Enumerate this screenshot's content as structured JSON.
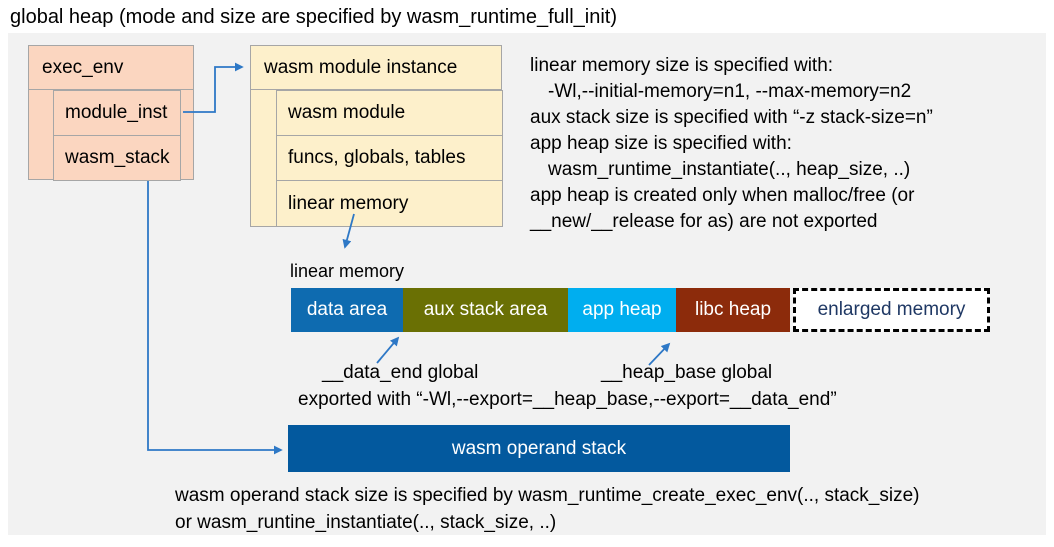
{
  "title": "global heap (mode and size are specified by wasm_runtime_full_init)",
  "exec_env_box": {
    "header": "exec_env",
    "children": [
      "module_inst",
      "wasm_stack"
    ]
  },
  "module_instance_box": {
    "header": "wasm module instance",
    "children": [
      "wasm module",
      "funcs, globals, tables",
      "linear memory"
    ]
  },
  "notes_right": {
    "lines": [
      "linear memory size is specified with:",
      "-Wl,--initial-memory=n1, --max-memory=n2",
      "aux stack size is specified with “-z stack-size=n”",
      "app heap size is specified with:",
      "wasm_runtime_instantiate(.., heap_size, ..)",
      "app heap is created only when malloc/free (or",
      "__new/__release for as) are not exported"
    ]
  },
  "linear_memory": {
    "label": "linear memory",
    "segments": [
      {
        "label": "data area",
        "color": "#0e6bb0",
        "text_color": "#ffffff"
      },
      {
        "label": "aux stack area",
        "color": "#6a7004",
        "text_color": "#ffffff"
      },
      {
        "label": "app heap",
        "color": "#00aeef",
        "text_color": "#ffffff"
      },
      {
        "label": "libc heap",
        "color": "#8c2b0b",
        "text_color": "#ffffff"
      },
      {
        "label": "enlarged memory",
        "color": "#ffffff",
        "text_color": "#1f3864"
      }
    ]
  },
  "annotations": {
    "data_end_label": "__data_end global",
    "heap_base_label": "__heap_base global",
    "exported_line": "exported with “-Wl,--export=__heap_base,--export=__data_end”"
  },
  "operand_stack": {
    "label": "wasm operand stack",
    "color": "#03599e"
  },
  "notes_bottom": {
    "lines": [
      "wasm operand stack size is specified by wasm_runtime_create_exec_env(.., stack_size)",
      "or wasm_runtine_instantiate(.., stack_size, ..)"
    ]
  },
  "colors": {
    "panel_bg": "#f2f2f2",
    "exec_env_fill": "#fbd6c0",
    "module_instance_fill": "#fdf0cb",
    "border_gray": "#a6a6a6",
    "arrow_blue": "#2e78c6",
    "text": "#000000"
  }
}
